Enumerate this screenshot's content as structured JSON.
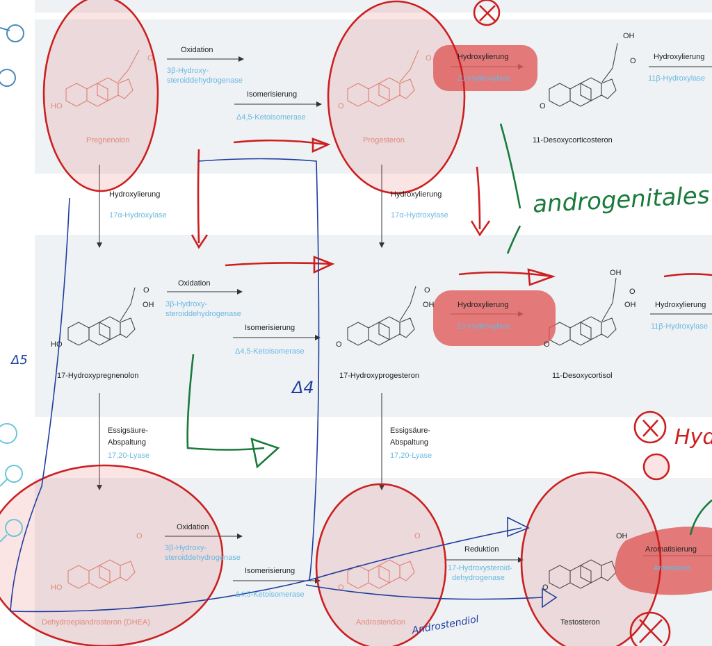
{
  "compounds": {
    "pregnenolon": "Pregnenolon",
    "progesteron": "Progesteron",
    "desoxycorticosteron": "11-Desoxycorticosteron",
    "hydroxypregnenolon": "17-Hydroxypregnenolon",
    "hydroxyprogesteron": "17-Hydroxyprogesteron",
    "desoxycortisol": "11-Desoxycortisol",
    "dhea": "Dehydroepiandrosteron (DHEA)",
    "androstendion": "Androstendion",
    "testosteron": "Testosteron"
  },
  "reactions": {
    "oxidation": "Oxidation",
    "hsd3b_1": "3β-Hydroxy-",
    "hsd3b_2": "steroiddehydrogenase",
    "isomerisierung": "Isomerisierung",
    "ketoisomerase": "Δ4,5-Ketoisomerase",
    "hydroxylierung": "Hydroxylierung",
    "hydroxylase21": "21-Hydroxylase",
    "hydroxylase11": "11β-Hydroxylase",
    "hydroxylase17": "17α-Hydroxylase",
    "essig1": "Essigsäure-",
    "essig2": "Abspaltung",
    "lyase": "17,20-Lyase",
    "reduktion": "Reduktion",
    "hsd17_1": "17-Hydroxysteroid-",
    "hsd17_2": "dehydrogenase",
    "aromatisierung": "Aromatisierung",
    "aromatase": "Aromatase"
  },
  "structure_labels": {
    "ho": "HO",
    "o": "O",
    "oh": "OH"
  },
  "annotations": {
    "androgenitales": "androgenitales",
    "delta5": "Δ5",
    "delta4": "Δ4",
    "androstendiol": "Androstendiol",
    "hyd": "Hyd"
  },
  "colors": {
    "band": "#eef2f5",
    "enzyme": "#6ab8e0",
    "annotation_red": "#cc1f1f",
    "highlight_fill": "#e05a5a",
    "annotation_blue": "#1f3d9e",
    "annotation_green": "#1a7a3c"
  }
}
